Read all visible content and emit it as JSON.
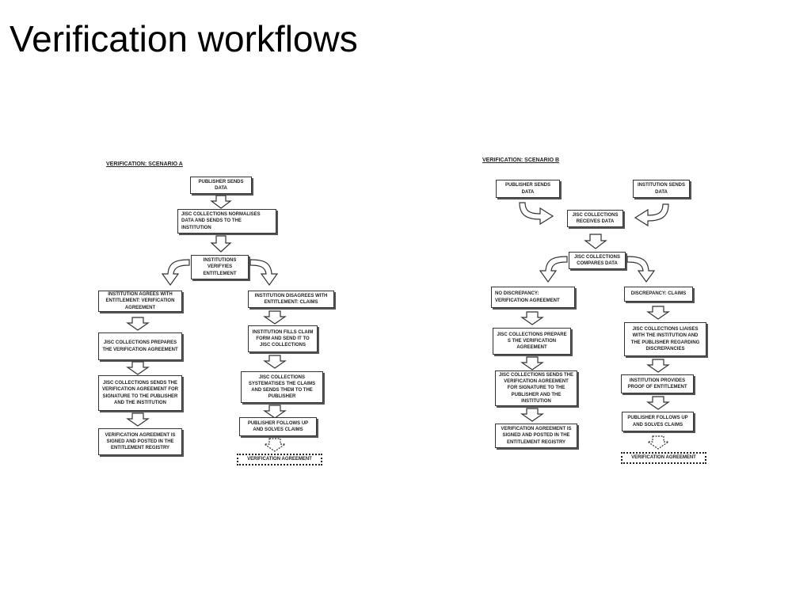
{
  "slide": {
    "title": "Verification workflows"
  },
  "scenario_a": {
    "heading": "VERIFICATION: SCENARIO A",
    "publisher_sends": "PUBLISHER SENDS DATA",
    "normalises": "JISC COLLECTIONS NORMALISES DATA AND SENDS TO THE INSTITUTION",
    "verifies": "INSTITUTIONS VERIFYIES ENTITLEMENT",
    "agrees": "INSTITUTION AGREES WITH ENTITLEMENT: VERIFICATION AGREEMENT",
    "disagrees": "INSTITUTION DISAGREES WITH ENTITLEMENT: CLAIMS",
    "prepares": "JISC COLLECTIONS PREPARES THE VERIFICATION AGREEMENT",
    "sends_agreement": "JISC COLLECTIONS SENDS THE VERIFICATION AGREEMENT FOR SIGNATURE TO THE PUBLISHER AND THE INSTITUTION",
    "signed_posted": "VERIFICATION AGREEMENT IS SIGNED AND POSTED IN THE ENTITLEMENT REGISTRY",
    "fills_claim": "INSTITUTION FILLS CLAIM FORM AND SEND IT TO JISC COLLECTIONS",
    "systematises": "JISC COLLECTIONS SYSTEMATISES THE CLAIMS AND SENDS THEM TO THE PUBLISHER",
    "follows_up": "PUBLISHER FOLLOWS UP AND SOLVES CLAIMS",
    "final": "VERIFICATION AGREEMENT"
  },
  "scenario_b": {
    "heading": "VERIFICATION: SCENARIO B",
    "publisher_sends": "PUBLISHER SENDS DATA",
    "institution_sends": "INSTITUTION SENDS DATA",
    "receives": "JISC COLLECTIONS RECEIVES DATA",
    "compares": "JISC COLLECTIONS COMPARES DATA",
    "no_discrepancy": "NO DISCREPANCY: VERIFICATION AGREEMENT",
    "discrepancy": "DISCREPANCY: CLAIMS",
    "prepares": "JISC COLLECTIONS PREPARE S THE VERIFICATION AGREEMENT",
    "sends_agreement": "JISC COLLECTIONS SENDS THE VERIFICATION AGREEMENT FOR SIGNATURE TO THE PUBLISHER AND THE INSTITUTION",
    "signed_posted": "VERIFICATION AGREEMENT IS SIGNED AND POSTED IN THE ENTITLEMENT REGISTRY",
    "liaises": "JISC COLLECTIONS LIAISES WITH THE INSTITUTION AND THE PUBLISHER REGARDING DISCREPANCIES",
    "proof": "INSTITUTION PROVIDES PROOF OF ENTITLEMENT",
    "follows_up": "PUBLISHER FOLLOWS UP AND SOLVES CLAIMS",
    "final": "VERIFICATION AGREEMENT"
  }
}
